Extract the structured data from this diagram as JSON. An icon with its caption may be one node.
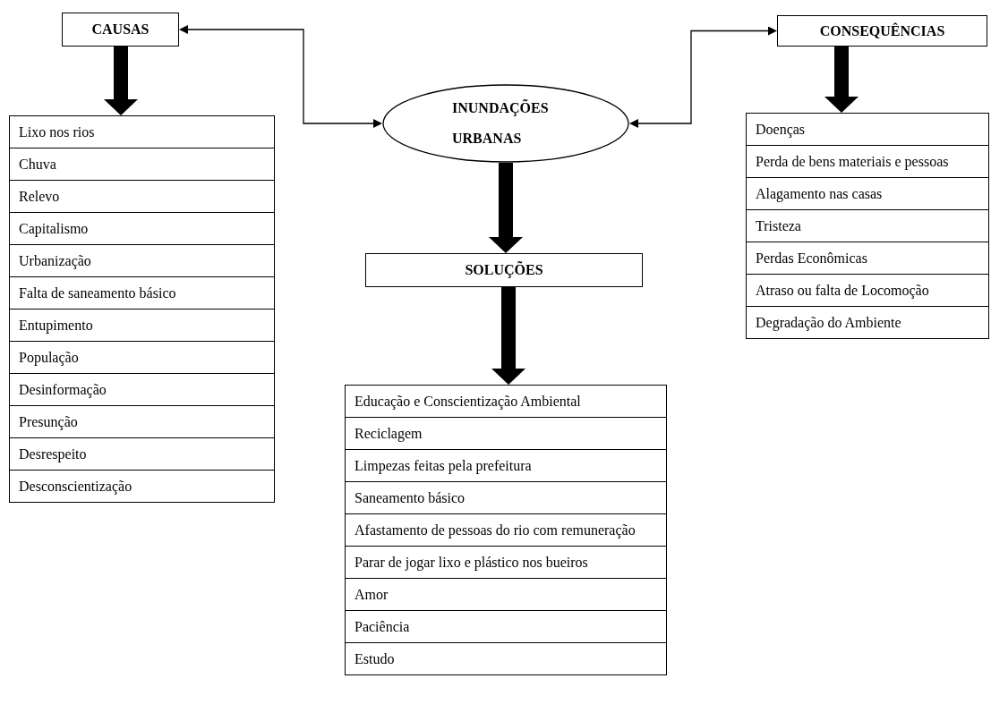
{
  "diagram": {
    "nodes": [
      {
        "text": [
          "CAUSAS"
        ]
      },
      {
        "text": [],
        "shape": "box"
      },
      {
        "text": [
          "Lixo nos rios"
        ],
        "in": 1
      },
      {
        "text": [
          "Chuva"
        ],
        "in": 1
      },
      {
        "text": [
          "Relevo"
        ],
        "in": 1
      },
      {
        "text": [
          "Capitalismo"
        ],
        "in": 1
      },
      {
        "text": [
          "Urbanização"
        ],
        "in": 1
      },
      {
        "text": [
          "Falta de saneamento básico"
        ],
        "in": 1
      },
      {
        "text": [
          "Entupimento"
        ],
        "in": 1
      },
      {
        "text": [
          "População"
        ],
        "in": 1
      },
      {
        "text": [
          "Desinformação"
        ],
        "in": 1
      },
      {
        "text": [
          "Presunção"
        ],
        "in": 1
      },
      {
        "text": [
          "Desrespeito"
        ],
        "in": 1
      },
      {
        "text": [
          "Desconscientização"
        ],
        "in": 1
      },
      {
        "text": [
          "INUNDAÇÕES URBANAS"
        ]
      },
      {
        "text": [
          "CONSEQUÊNCIAS"
        ]
      },
      {
        "text": [],
        "shape": "box"
      },
      {
        "text": [
          "Doenças"
        ],
        "in": 16
      },
      {
        "text": [
          "Perda de bens materiais e pessoas"
        ],
        "in": 16
      },
      {
        "text": [
          "Alagamento nas casas"
        ],
        "in": 16
      },
      {
        "text": [
          "Tristeza"
        ],
        "in": 16
      },
      {
        "text": [
          "Perdas Econômicas"
        ],
        "in": 16
      },
      {
        "text": [
          "Atraso ou falta de Locomoção"
        ],
        "in": 16
      },
      {
        "text": [
          "Degradação do Ambiente"
        ],
        "in": 16
      },
      {
        "text": [
          "SOLUÇÕES"
        ]
      },
      {
        "text": [],
        "shape": "box"
      },
      {
        "text": [
          "Educação e Conscientização Ambiental"
        ],
        "in": 25
      },
      {
        "text": [
          "Reciclagem"
        ],
        "in": 25
      },
      {
        "text": [
          "Limpezas feitas pela prefeitura"
        ],
        "in": 25
      },
      {
        "text": [
          "Saneamento básico"
        ],
        "in": 25
      },
      {
        "text": [
          "Afastamento de pessoas do rio com remuneração"
        ],
        "in": 25
      },
      {
        "text": [
          "Parar de jogar lixo e plástico nos bueiros"
        ],
        "in": 25
      },
      {
        "text": [
          "Amor"
        ],
        "in": 25
      },
      {
        "text": [
          "Paciência"
        ],
        "in": 25
      },
      {
        "text": [
          "Estudo"
        ],
        "in": 25
      }
    ],
    "edges": [
      {
        "from": 14,
        "to": 0,
        "arrow": "both"
      },
      {
        "from": 14,
        "to": 15,
        "arrow": "both"
      },
      {
        "from": 0,
        "to": 1,
        "arrow": "to"
      },
      {
        "from": 15,
        "to": 16,
        "arrow": "to"
      },
      {
        "from": 14,
        "to": 24,
        "arrow": "to"
      },
      {
        "from": 24,
        "to": 25,
        "arrow": "to"
      }
    ]
  }
}
